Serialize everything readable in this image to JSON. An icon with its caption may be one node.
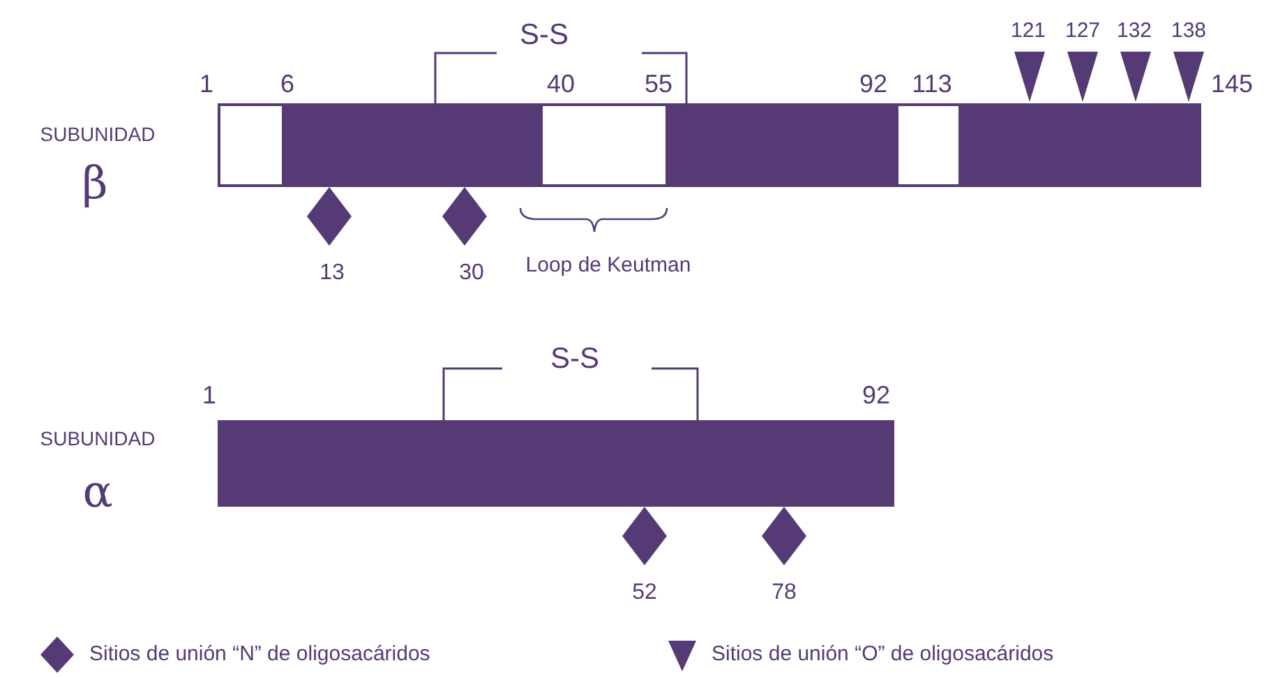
{
  "diagram": {
    "labels": [
      "S-S",
      "121",
      "127",
      "132",
      "138",
      "1",
      "6",
      "40",
      "55",
      "92",
      "113",
      "145",
      "SUBUNIDAD",
      "β",
      "13",
      "30",
      "Loop de Keutman",
      "S-S",
      "1",
      "92",
      "SUBUNIDAD",
      "α",
      "52",
      "78"
    ],
    "legend": [
      {
        "text": "Sitios de unión “N” de oligosacáridos"
      },
      {
        "text": "Sitios de unión “O” de oligosacáridos"
      }
    ]
  }
}
